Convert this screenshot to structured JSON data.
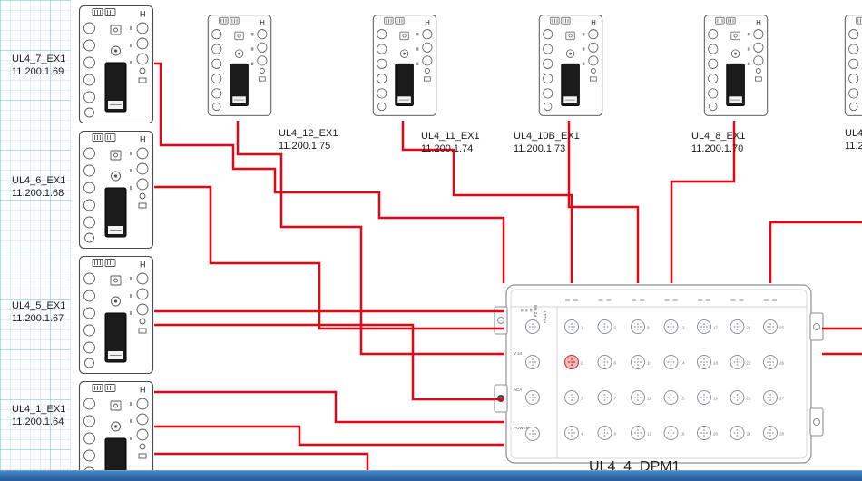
{
  "module": {
    "h_label": "H"
  },
  "devices": [
    {
      "name": "UL4_7_EX1",
      "ip": "11.200.1.69"
    },
    {
      "name": "UL4_6_EX1",
      "ip": "11.200.1.68"
    },
    {
      "name": "UL4_5_EX1",
      "ip": "11.200.1.67"
    },
    {
      "name": "UL4_1_EX1",
      "ip": "11.200.1.64"
    },
    {
      "name": "UL4_12_EX1",
      "ip": "11.200.1.75"
    },
    {
      "name": "UL4_11_EX1",
      "ip": "11.200.1.74"
    },
    {
      "name": "UL4_10B_EX1",
      "ip": "11.200.1.73"
    },
    {
      "name": "UL4_8_EX1",
      "ip": "11.200.1.70"
    },
    {
      "name": "UL4",
      "ip": "11.2"
    }
  ],
  "drm": {
    "name": "UL4_4_DPM1",
    "led_label": "P1 P2 FM",
    "fault_label": "FAULT",
    "v24_label": "V 24",
    "aca_label": "ACA",
    "power_label": "POWER",
    "port_numbers": [
      1,
      2,
      3,
      4,
      5,
      6,
      7,
      8,
      9,
      10,
      11,
      12,
      13,
      14,
      15,
      16,
      17,
      18,
      19,
      20,
      21,
      22,
      23,
      24,
      25,
      26,
      27,
      28
    ],
    "highlighted_port": 2
  },
  "colors": {
    "wire": "#e30613",
    "highlight_fill": "#f4b6b6",
    "highlight_ring": "#c92a2a",
    "taskbar_top": "#4a86c4",
    "taskbar_bottom": "#215a96"
  }
}
